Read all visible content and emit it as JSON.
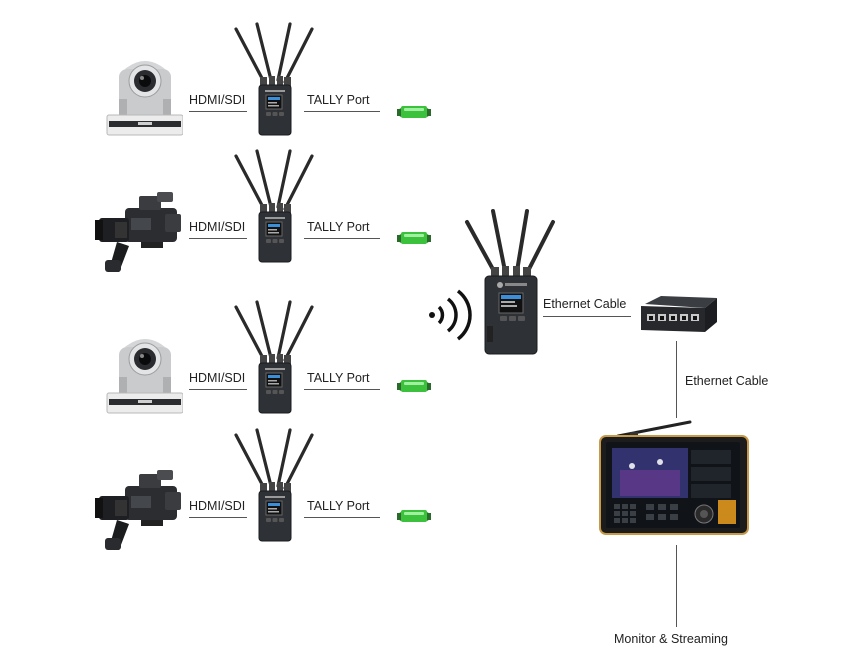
{
  "rows": [
    {
      "camera": "ptz-camera",
      "link_label": "HDMI/SDI",
      "port_label": "TALLY  Port"
    },
    {
      "camera": "camcorder",
      "link_label": "HDMI/SDI",
      "port_label": "TALLY  Port"
    },
    {
      "camera": "ptz-camera",
      "link_label": "HDMI/SDI",
      "port_label": "TALLY  Port"
    },
    {
      "camera": "camcorder",
      "link_label": "HDMI/SDI",
      "port_label": "TALLY  Port"
    }
  ],
  "receiver": {
    "link_label": "Ethernet Cable"
  },
  "switch": {
    "link_label": "Ethernet Cable"
  },
  "monitor": {
    "label": "Monitor & Streaming"
  },
  "colors": {
    "tally_green": "#3cc13c",
    "line": "#555555",
    "device": "#2e3136"
  }
}
